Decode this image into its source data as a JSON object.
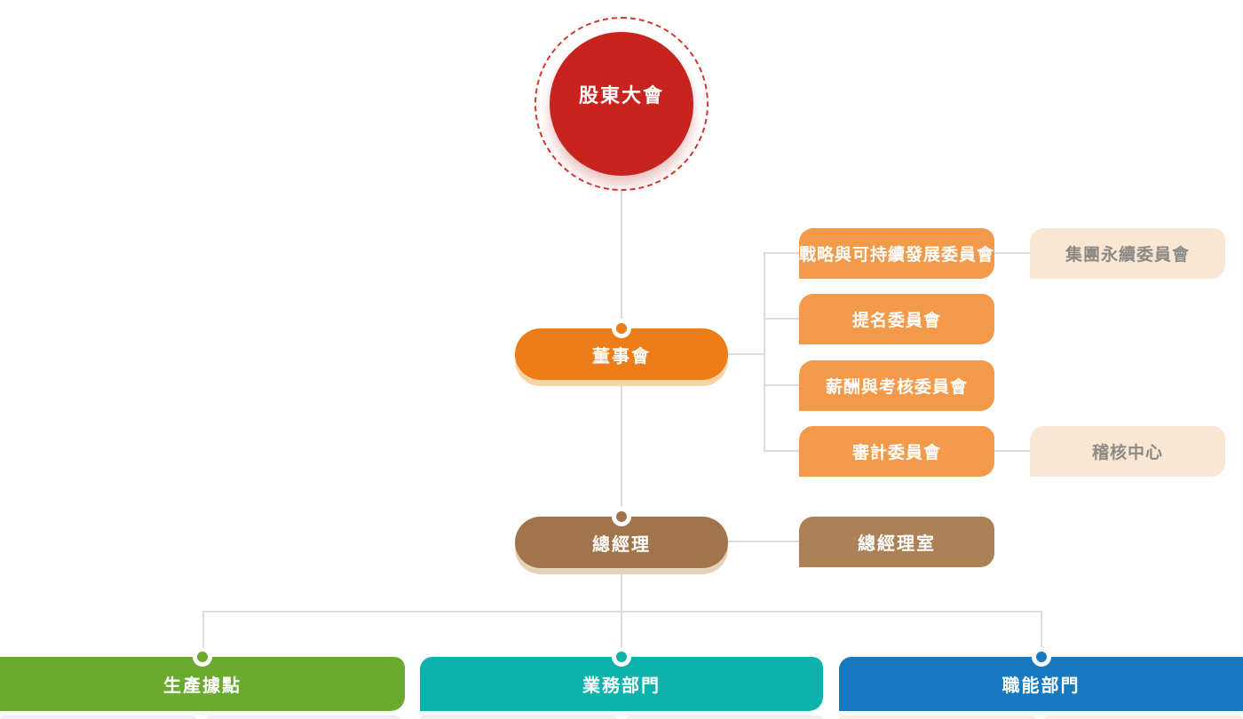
{
  "org": {
    "root": {
      "label": "股東大會"
    },
    "board": {
      "label": "董事會"
    },
    "board_committees": [
      {
        "label": "戰略與可持續發展委員會"
      },
      {
        "label": "提名委員會"
      },
      {
        "label": "薪酬與考核委員會"
      },
      {
        "label": "審計委員會"
      }
    ],
    "committee_links": [
      {
        "label": "集團永續委員會"
      },
      {
        "label": "稽核中心"
      }
    ],
    "gm": {
      "label": "總經理"
    },
    "gm_office": {
      "label": "總經理室"
    },
    "departments": [
      {
        "label": "生產據點",
        "color": "#6aaa2e"
      },
      {
        "label": "業務部門",
        "color": "#0cb2ac"
      },
      {
        "label": "職能部門",
        "color": "#1779bf"
      }
    ]
  },
  "colors": {
    "shareholders_circle": "#c8241f",
    "circle_dashed_ring": "#d5372c",
    "board_pill": "#ed7d17",
    "committee_box": "#f2994a",
    "cream_box": "#fae7d3",
    "cream_box_text": "#8c8a85",
    "gm_pill": "#a1744a",
    "gm_office_box": "#ac8156",
    "connector_line": "#dcdcdc",
    "background": "#ffffff"
  }
}
